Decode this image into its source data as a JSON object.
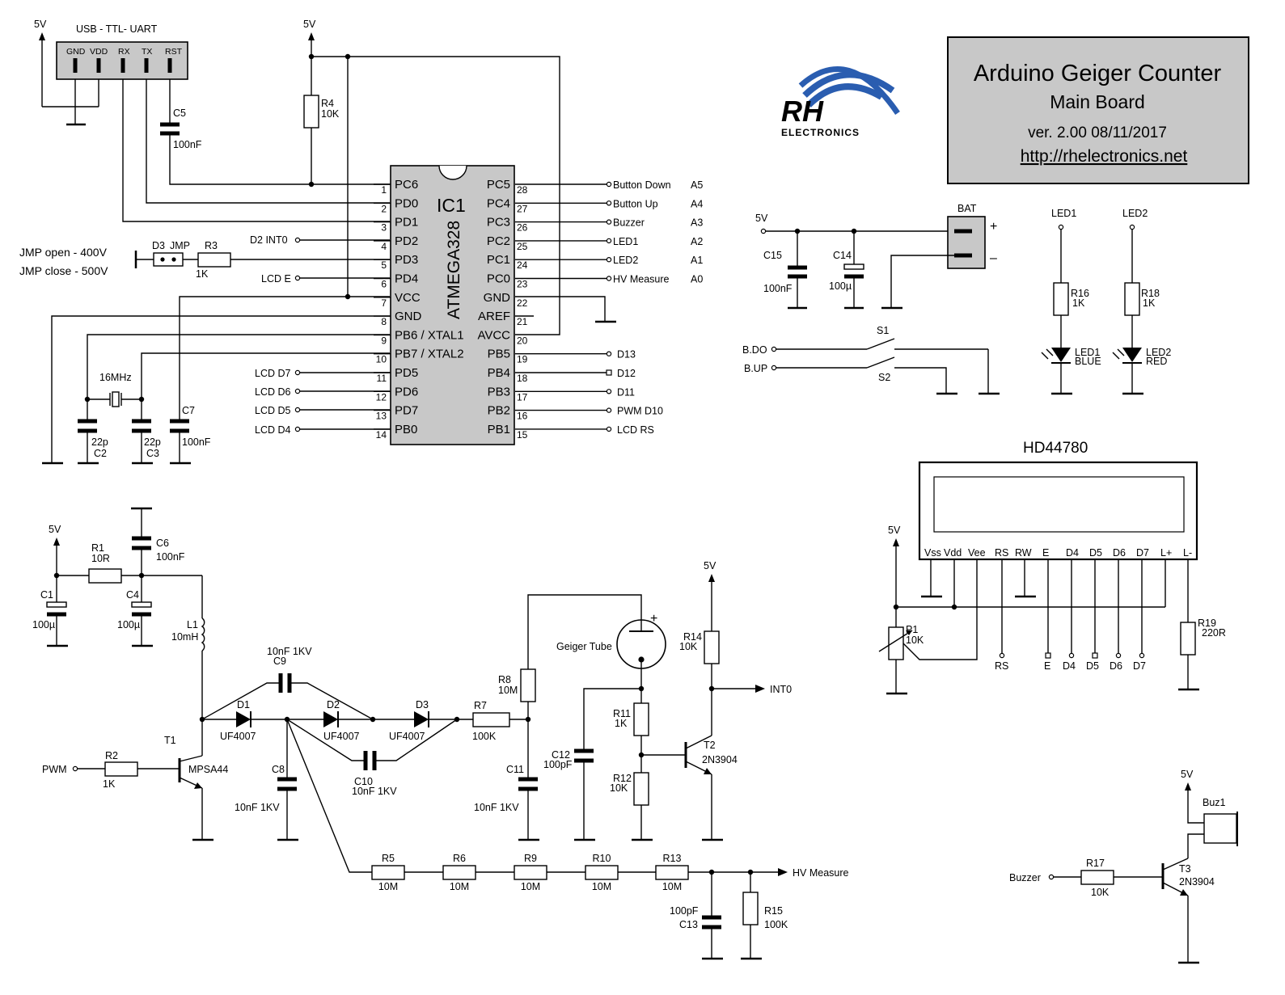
{
  "title_block": {
    "title": "Arduino Geiger Counter",
    "subtitle": "Main Board",
    "version": "ver. 2.00   08/11/2017",
    "url": "http://rhelectronics.net"
  },
  "logo": {
    "text": "RH",
    "subtext": "ELECTRONICS",
    "color": "#2a5db0",
    "icon": "rh-electronics-logo"
  },
  "colors": {
    "title_block_bg": "#c8c8c8",
    "ic_fill": "#c8c8c8",
    "wire": "#000000"
  },
  "uart": {
    "title": "USB - TTL- UART",
    "pins": [
      "GND",
      "VDD",
      "RX",
      "TX",
      "RST"
    ],
    "supply": "5V"
  },
  "ic1": {
    "name": "IC1",
    "part": "ATMEGA328",
    "left_pins": [
      {
        "num": "1",
        "name": "PC6"
      },
      {
        "num": "2",
        "name": "PD0"
      },
      {
        "num": "3",
        "name": "PD1"
      },
      {
        "num": "4",
        "name": "PD2"
      },
      {
        "num": "5",
        "name": "PD3"
      },
      {
        "num": "6",
        "name": "PD4"
      },
      {
        "num": "7",
        "name": "VCC"
      },
      {
        "num": "8",
        "name": "GND"
      },
      {
        "num": "9",
        "name": "PB6 / XTAL1"
      },
      {
        "num": "10",
        "name": "PB7 / XTAL2"
      },
      {
        "num": "11",
        "name": "PD5"
      },
      {
        "num": "12",
        "name": "PD6"
      },
      {
        "num": "13",
        "name": "PD7"
      },
      {
        "num": "14",
        "name": "PB0"
      }
    ],
    "right_pins": [
      {
        "num": "28",
        "name": "PC5",
        "net": "Button Down",
        "alias": "A5"
      },
      {
        "num": "27",
        "name": "PC4",
        "net": "Button Up",
        "alias": "A4"
      },
      {
        "num": "26",
        "name": "PC3",
        "net": "Buzzer",
        "alias": "A3"
      },
      {
        "num": "25",
        "name": "PC2",
        "net": "LED1",
        "alias": "A2"
      },
      {
        "num": "24",
        "name": "PC1",
        "net": "LED2",
        "alias": "A1"
      },
      {
        "num": "23",
        "name": "PC0",
        "net": "HV Measure",
        "alias": "A0"
      },
      {
        "num": "22",
        "name": "GND",
        "net": "",
        "alias": ""
      },
      {
        "num": "21",
        "name": "AREF",
        "net": "",
        "alias": ""
      },
      {
        "num": "20",
        "name": "AVCC",
        "net": "",
        "alias": ""
      },
      {
        "num": "19",
        "name": "PB5",
        "net": "D13",
        "alias": ""
      },
      {
        "num": "18",
        "name": "PB4",
        "net": "D12",
        "alias": ""
      },
      {
        "num": "17",
        "name": "PB3",
        "net": "D11",
        "alias": ""
      },
      {
        "num": "16",
        "name": "PB2",
        "net": "PWM  D10",
        "alias": ""
      },
      {
        "num": "15",
        "name": "PB1",
        "net": "LCD RS",
        "alias": ""
      }
    ],
    "left_nets": {
      "pd2": "D2  INT0",
      "pd4": "LCD E",
      "pd5": "LCD D7",
      "pd6": "LCD D6",
      "pd7": "LCD D5",
      "pb0": "LCD D4"
    }
  },
  "mcu_parts": {
    "r4": {
      "ref": "R4",
      "value": "10K"
    },
    "c5": {
      "ref": "C5",
      "value": "100nF"
    },
    "c7": {
      "ref": "C7",
      "value": "100nF"
    },
    "c2": {
      "ref": "C2",
      "value": "22p"
    },
    "c3": {
      "ref": "C3",
      "value": "22p"
    },
    "crystal": "16MHz",
    "r3": {
      "ref": "R3",
      "value": "1K"
    },
    "d3_jmp": {
      "ref": "D3",
      "value": "JMP"
    },
    "jmp_open": "JMP open - 400V",
    "jmp_close": "JMP close - 500V",
    "supply": "5V"
  },
  "power": {
    "supply": "5V",
    "c15": {
      "ref": "C15",
      "value": "100nF"
    },
    "c14": {
      "ref": "C14",
      "value": "100µ"
    },
    "bat": "BAT",
    "plus": "+",
    "minus": "–"
  },
  "buttons": {
    "bdo": "B.DO",
    "bup": "B.UP",
    "s1": "S1",
    "s2": "S2"
  },
  "leds": {
    "led1": {
      "net": "LED1",
      "r": "R16",
      "rv": "1K",
      "ref": "LED1",
      "color": "BLUE"
    },
    "led2": {
      "net": "LED2",
      "r": "R18",
      "rv": "1K",
      "ref": "LED2",
      "color": "RED"
    }
  },
  "lcd": {
    "title": "HD44780",
    "pins": [
      "Vss",
      "Vdd",
      "Vee",
      "RS",
      "RW",
      "E",
      "D4",
      "D5",
      "D6",
      "D7",
      "L+",
      "L-"
    ],
    "nets": [
      "RS",
      "E",
      "D4",
      "D5",
      "D6",
      "D7"
    ],
    "supply": "5V",
    "p1": {
      "ref": "P1",
      "value": "10K"
    },
    "r19": {
      "ref": "R19",
      "value": "220R"
    }
  },
  "hv": {
    "supply": "5V",
    "r1": {
      "ref": "R1",
      "value": "10R"
    },
    "c1": {
      "ref": "C1",
      "value": "100µ"
    },
    "c4": {
      "ref": "C4",
      "value": "100µ"
    },
    "c6": {
      "ref": "C6",
      "value": "100nF"
    },
    "l1": {
      "ref": "L1",
      "value": "10mH"
    },
    "t1": {
      "ref": "T1",
      "value": "MPSA44"
    },
    "r2": {
      "ref": "R2",
      "value": "1K"
    },
    "pwm": "PWM",
    "d1": {
      "ref": "D1",
      "value": "UF4007"
    },
    "d2": {
      "ref": "D2",
      "value": "UF4007"
    },
    "d3": {
      "ref": "D3",
      "value": "UF4007"
    },
    "c9": {
      "ref": "C9",
      "value": "10nF 1KV"
    },
    "c8": {
      "ref": "C8",
      "value": "10nF 1KV"
    },
    "c10": {
      "ref": "C10",
      "value": "10nF 1KV"
    },
    "c11": {
      "ref": "C11",
      "value": "10nF 1KV"
    },
    "r7": {
      "ref": "R7",
      "value": "100K"
    },
    "r8": {
      "ref": "R8",
      "value": "10M"
    },
    "divider": [
      {
        "ref": "R5",
        "value": "10M"
      },
      {
        "ref": "R6",
        "value": "10M"
      },
      {
        "ref": "R9",
        "value": "10M"
      },
      {
        "ref": "R10",
        "value": "10M"
      },
      {
        "ref": "R13",
        "value": "10M"
      }
    ],
    "c13": {
      "ref": "C13",
      "value": "100pF"
    },
    "r15": {
      "ref": "R15",
      "value": "100K"
    },
    "hv_measure": "HV Measure"
  },
  "geiger": {
    "tube": "Geiger Tube",
    "plus": "+",
    "supply": "5V",
    "r14": {
      "ref": "R14",
      "value": "10K"
    },
    "r11": {
      "ref": "R11",
      "value": "1K"
    },
    "r12": {
      "ref": "R12",
      "value": "10K"
    },
    "c12": {
      "ref": "C12",
      "value": "100pF"
    },
    "t2": {
      "ref": "T2",
      "value": "2N3904"
    },
    "int0": "INT0"
  },
  "buzzer": {
    "supply": "5V",
    "buz": "Buz1",
    "net": "Buzzer",
    "r17": {
      "ref": "R17",
      "value": "10K"
    },
    "t3": {
      "ref": "T3",
      "value": "2N3904"
    }
  }
}
